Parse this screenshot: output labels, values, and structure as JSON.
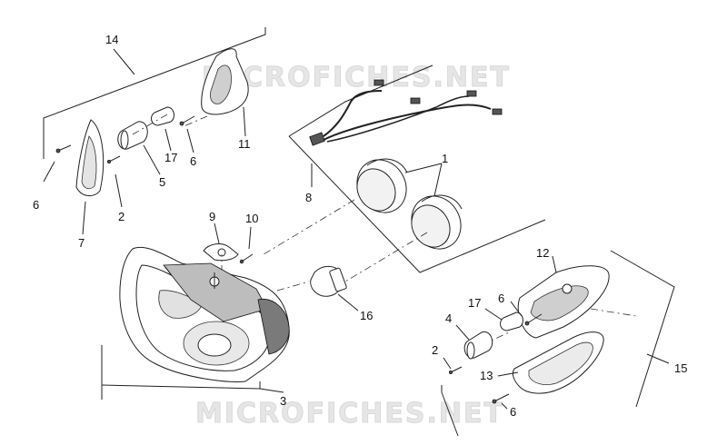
{
  "watermark": {
    "top_text": "MICROFICHES.NET",
    "bottom_text": "MICROFICHES.NET"
  },
  "callouts": [
    {
      "id": "c14",
      "text": "14"
    },
    {
      "id": "c17a",
      "text": "17"
    },
    {
      "id": "c6a",
      "text": "6"
    },
    {
      "id": "c11",
      "text": "11"
    },
    {
      "id": "c5",
      "text": "5"
    },
    {
      "id": "c6b",
      "text": "6"
    },
    {
      "id": "c2a",
      "text": "2"
    },
    {
      "id": "c7",
      "text": "7"
    },
    {
      "id": "c8",
      "text": "8"
    },
    {
      "id": "c1",
      "text": "1"
    },
    {
      "id": "c9",
      "text": "9"
    },
    {
      "id": "c10",
      "text": "10"
    },
    {
      "id": "c16",
      "text": "16"
    },
    {
      "id": "c3",
      "text": "3"
    },
    {
      "id": "c12",
      "text": "12"
    },
    {
      "id": "c17b",
      "text": "17"
    },
    {
      "id": "c6c",
      "text": "6"
    },
    {
      "id": "c4",
      "text": "4"
    },
    {
      "id": "c2b",
      "text": "2"
    },
    {
      "id": "c13",
      "text": "13"
    },
    {
      "id": "c15",
      "text": "15"
    },
    {
      "id": "c6d",
      "text": "6"
    }
  ]
}
